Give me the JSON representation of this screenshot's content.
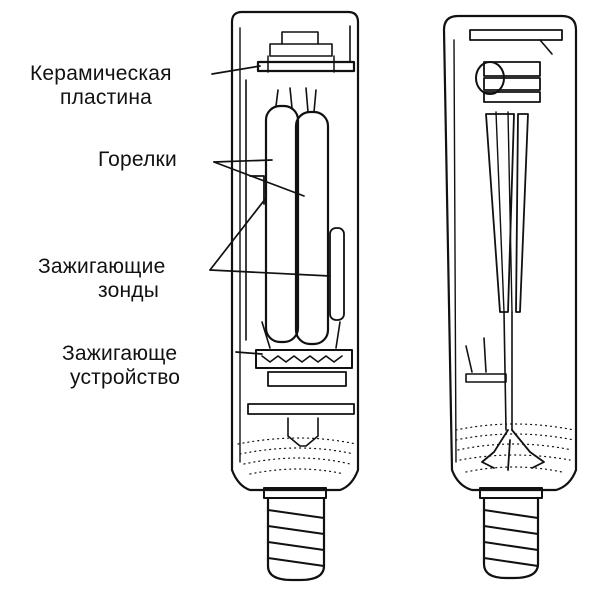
{
  "diagram": {
    "labels": {
      "ceramic_plate": [
        "Керамическая",
        "пластина"
      ],
      "burners": "Горелки",
      "ignition_probes": [
        "Зажигающие",
        "зонды"
      ],
      "ignition_device": [
        "Зажигающе",
        "устройство"
      ]
    },
    "colors": {
      "ink": "#111111",
      "background": "#ffffff"
    }
  }
}
